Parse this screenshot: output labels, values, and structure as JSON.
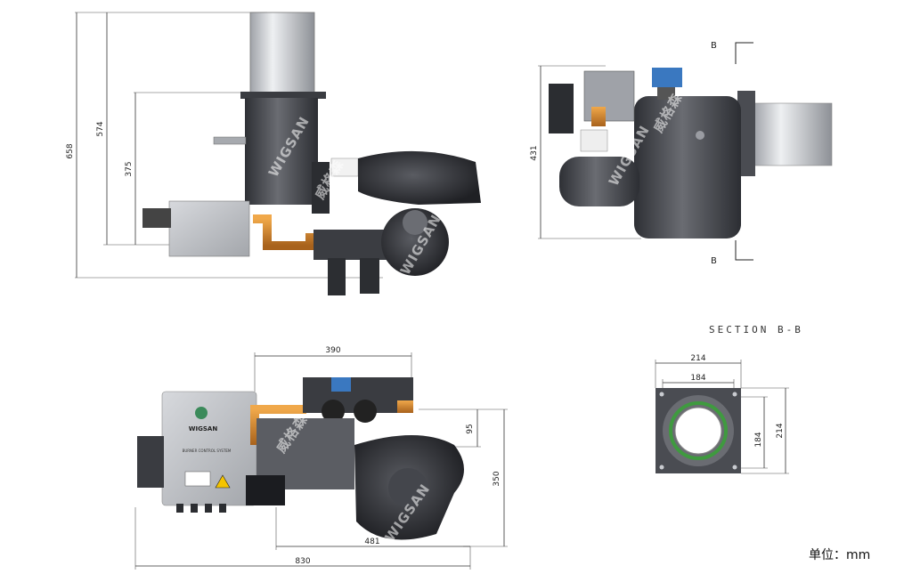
{
  "dimensions": {
    "front_view": {
      "total_height": "658",
      "chimney_height": "574",
      "body_height": "375"
    },
    "side_view": {
      "height": "431"
    },
    "top_view": {
      "width_upper": "390",
      "offset": "95",
      "depth": "350",
      "length_mid": "481",
      "length_total": "830"
    },
    "section": {
      "outer_width": "214",
      "inner_width": "184",
      "inner_height": "184",
      "outer_height": "214"
    }
  },
  "section_title": "SECTION B-B",
  "cut_marks": {
    "top": "B",
    "bottom": "B"
  },
  "control_box": {
    "brand": "WIGSAN",
    "caption": "BURNER CONTROL SYSTEM"
  },
  "watermark": {
    "latin": "WIGSAN",
    "chinese": "威格森"
  },
  "unit_note": "单位：mm",
  "colors": {
    "body": "#4a4c52",
    "brass": "#d4862d",
    "steel": "#c9cbd0",
    "blue_actuator": "#3a78c0",
    "box": "#bfc2c7"
  }
}
